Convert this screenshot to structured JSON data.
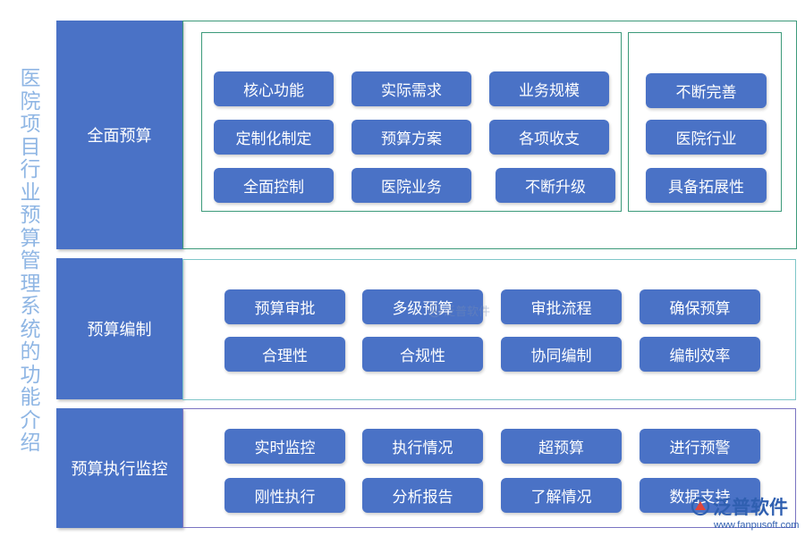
{
  "title": [
    "医",
    "院",
    "项",
    "目",
    "行",
    "业",
    "预",
    "算",
    "管",
    "理",
    "系",
    "统",
    "的",
    "功",
    "能",
    "介",
    "绍"
  ],
  "sections": [
    {
      "label": "全面预算",
      "group_a": [
        "核心功能",
        "实际需求",
        "业务规模",
        "定制化制定",
        "预算方案",
        "各项收支",
        "全面控制",
        "医院业务",
        "不断升级"
      ],
      "group_b": [
        "不断完善",
        "医院行业",
        "具备拓展性"
      ]
    },
    {
      "label": "预算编制",
      "items": [
        "预算审批",
        "多级预算",
        "审批流程",
        "确保预算",
        "合理性",
        "合规性",
        "协同编制",
        "编制效率"
      ]
    },
    {
      "label": "预算执行监控",
      "items": [
        "实时监控",
        "执行情况",
        "超预算",
        "进行预警",
        "刚性执行",
        "分析报告",
        "了解情况",
        "数据支持"
      ]
    }
  ],
  "watermark": {
    "brand": "泛普软件",
    "url": "www.fanpusoft.com"
  },
  "colors": {
    "box": "#4a72c6",
    "title": "#8fb6e4",
    "border1": "#3c9a7a",
    "border2": "#7fc6c8",
    "border3": "#7a74c2"
  }
}
